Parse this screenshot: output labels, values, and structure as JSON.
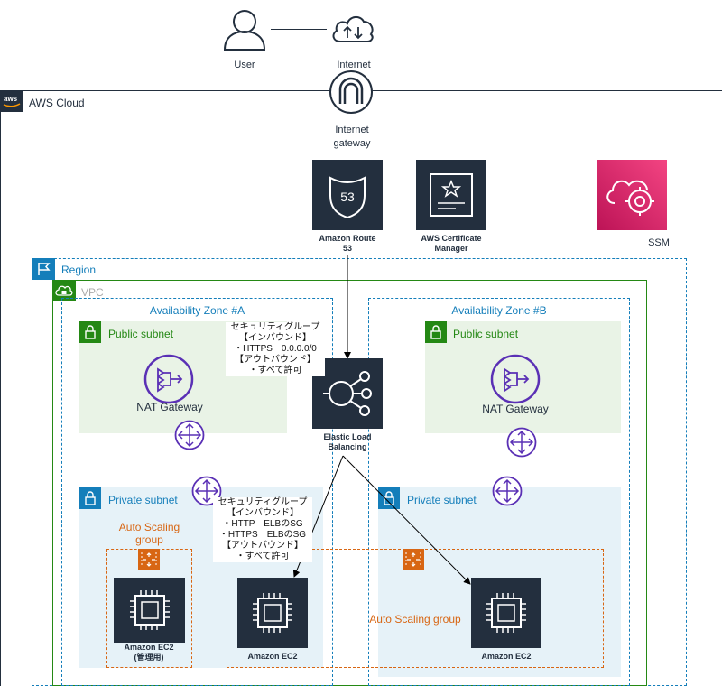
{
  "top": {
    "user": "User",
    "internet": "Internet",
    "internet_gateway": "Internet\ngateway"
  },
  "cloud": {
    "label": "AWS Cloud"
  },
  "services": {
    "route53": "Amazon Route\n53",
    "acm": "AWS Certificate\nManager",
    "ssm": "SSM",
    "elb": "Elastic Load\nBalancing"
  },
  "groups": {
    "region": "Region",
    "vpc": "VPC",
    "az_a": "Availability Zone #A",
    "az_b": "Availability Zone #B",
    "public_subnet_a": "Public subnet",
    "public_subnet_b": "Public subnet",
    "private_subnet_a": "Private subnet",
    "private_subnet_b": "Private subnet",
    "asg_a": "Auto Scaling\ngroup",
    "asg_b": "Auto Scaling group"
  },
  "nat": {
    "a": "NAT Gateway",
    "b": "NAT Gateway"
  },
  "ec2": {
    "mgmt": "Amazon EC2\n(管理用)",
    "a": "Amazon EC2",
    "b": "Amazon EC2"
  },
  "security_groups": {
    "elb": "セキュリティグループ\n【インバウンド】\n・HTTPS　0.0.0.0/0\n【アウトバウンド】\n・すべて許可",
    "ec2": "セキュリティグループ\n【インバウンド】\n・HTTP　ELBのSG\n・HTTPS　ELBのSG\n【アウトバウンド】\n・すべて許可"
  },
  "colors": {
    "cloud_border": "#232f3e",
    "region_border": "#147eba",
    "vpc_border": "#248814",
    "public_fill": "#e9f3e6",
    "private_fill": "#e6f2f8",
    "asg": "#d86613",
    "nat_purple": "#5a30b5",
    "ssm_pink": "#e7157b",
    "tile_dark": "#232f3e"
  }
}
